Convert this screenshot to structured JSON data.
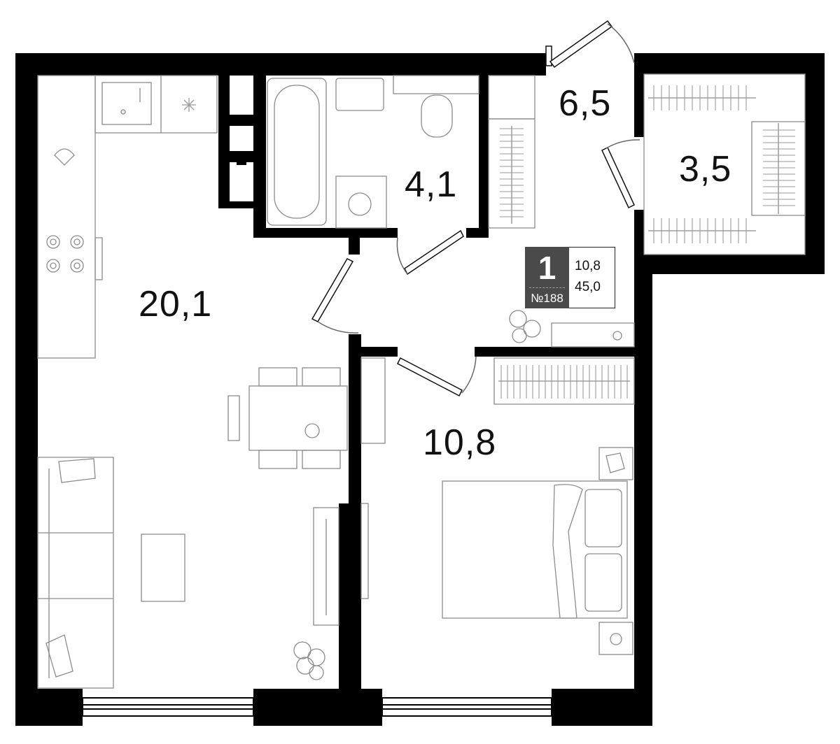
{
  "plan": {
    "rooms": [
      {
        "id": "living-kitchen",
        "area": "20,1"
      },
      {
        "id": "bathroom",
        "area": "4,1"
      },
      {
        "id": "hallway",
        "area": "6,5"
      },
      {
        "id": "wardrobe",
        "area": "3,5"
      },
      {
        "id": "bedroom",
        "area": "10,8"
      }
    ],
    "badge": {
      "rooms_count": "1",
      "apartment_number": "№188",
      "living_area": "10,8",
      "total_area": "45,0"
    },
    "colors": {
      "wall": "#000000",
      "furniture": "#8c8c8c",
      "badge_dark": "#4a4a4a"
    }
  }
}
